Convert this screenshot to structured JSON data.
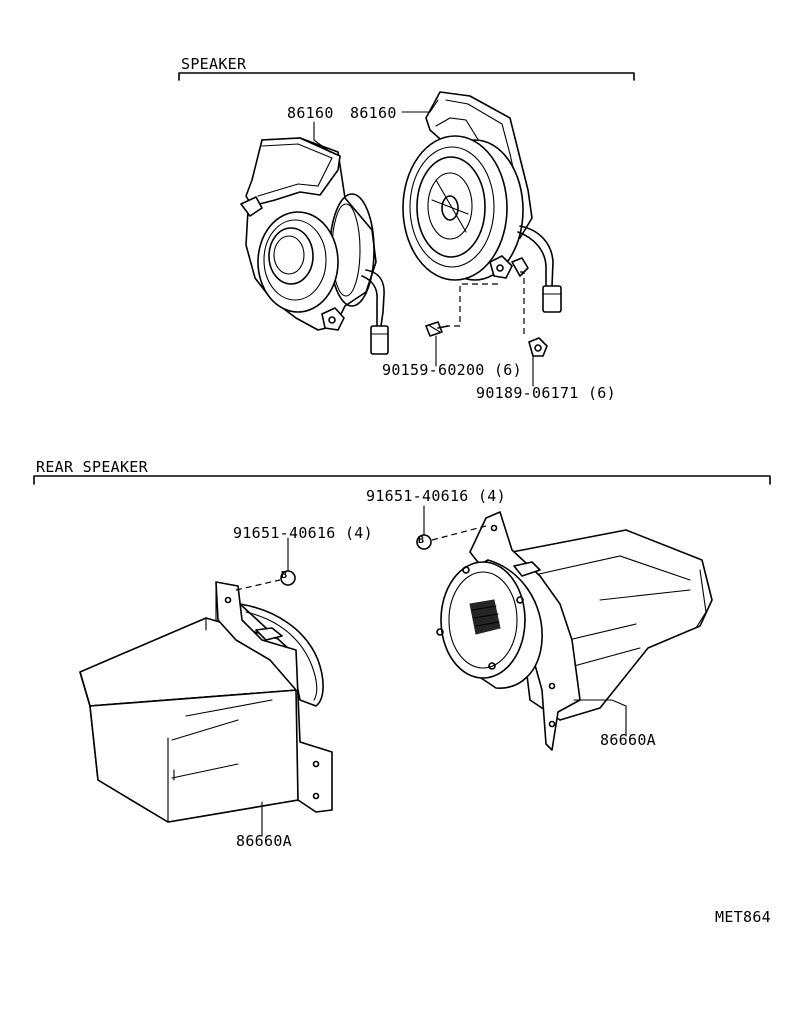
{
  "sections": {
    "front": {
      "title": "SPEAKER"
    },
    "rear": {
      "title": "REAR SPEAKER"
    }
  },
  "parts": {
    "front_speaker_left": "86160",
    "front_speaker_right": "86160",
    "screw": "90159-60200 (6)",
    "clip": "90189-06171 (6)",
    "rear_nut_left": "91651-40616 (4)",
    "rear_nut_right": "91651-40616 (4)",
    "rear_speaker_left": "86660A",
    "rear_speaker_right": "86660A"
  },
  "markers": {
    "nut_symbol": "B"
  },
  "catalog_code": "MET864"
}
